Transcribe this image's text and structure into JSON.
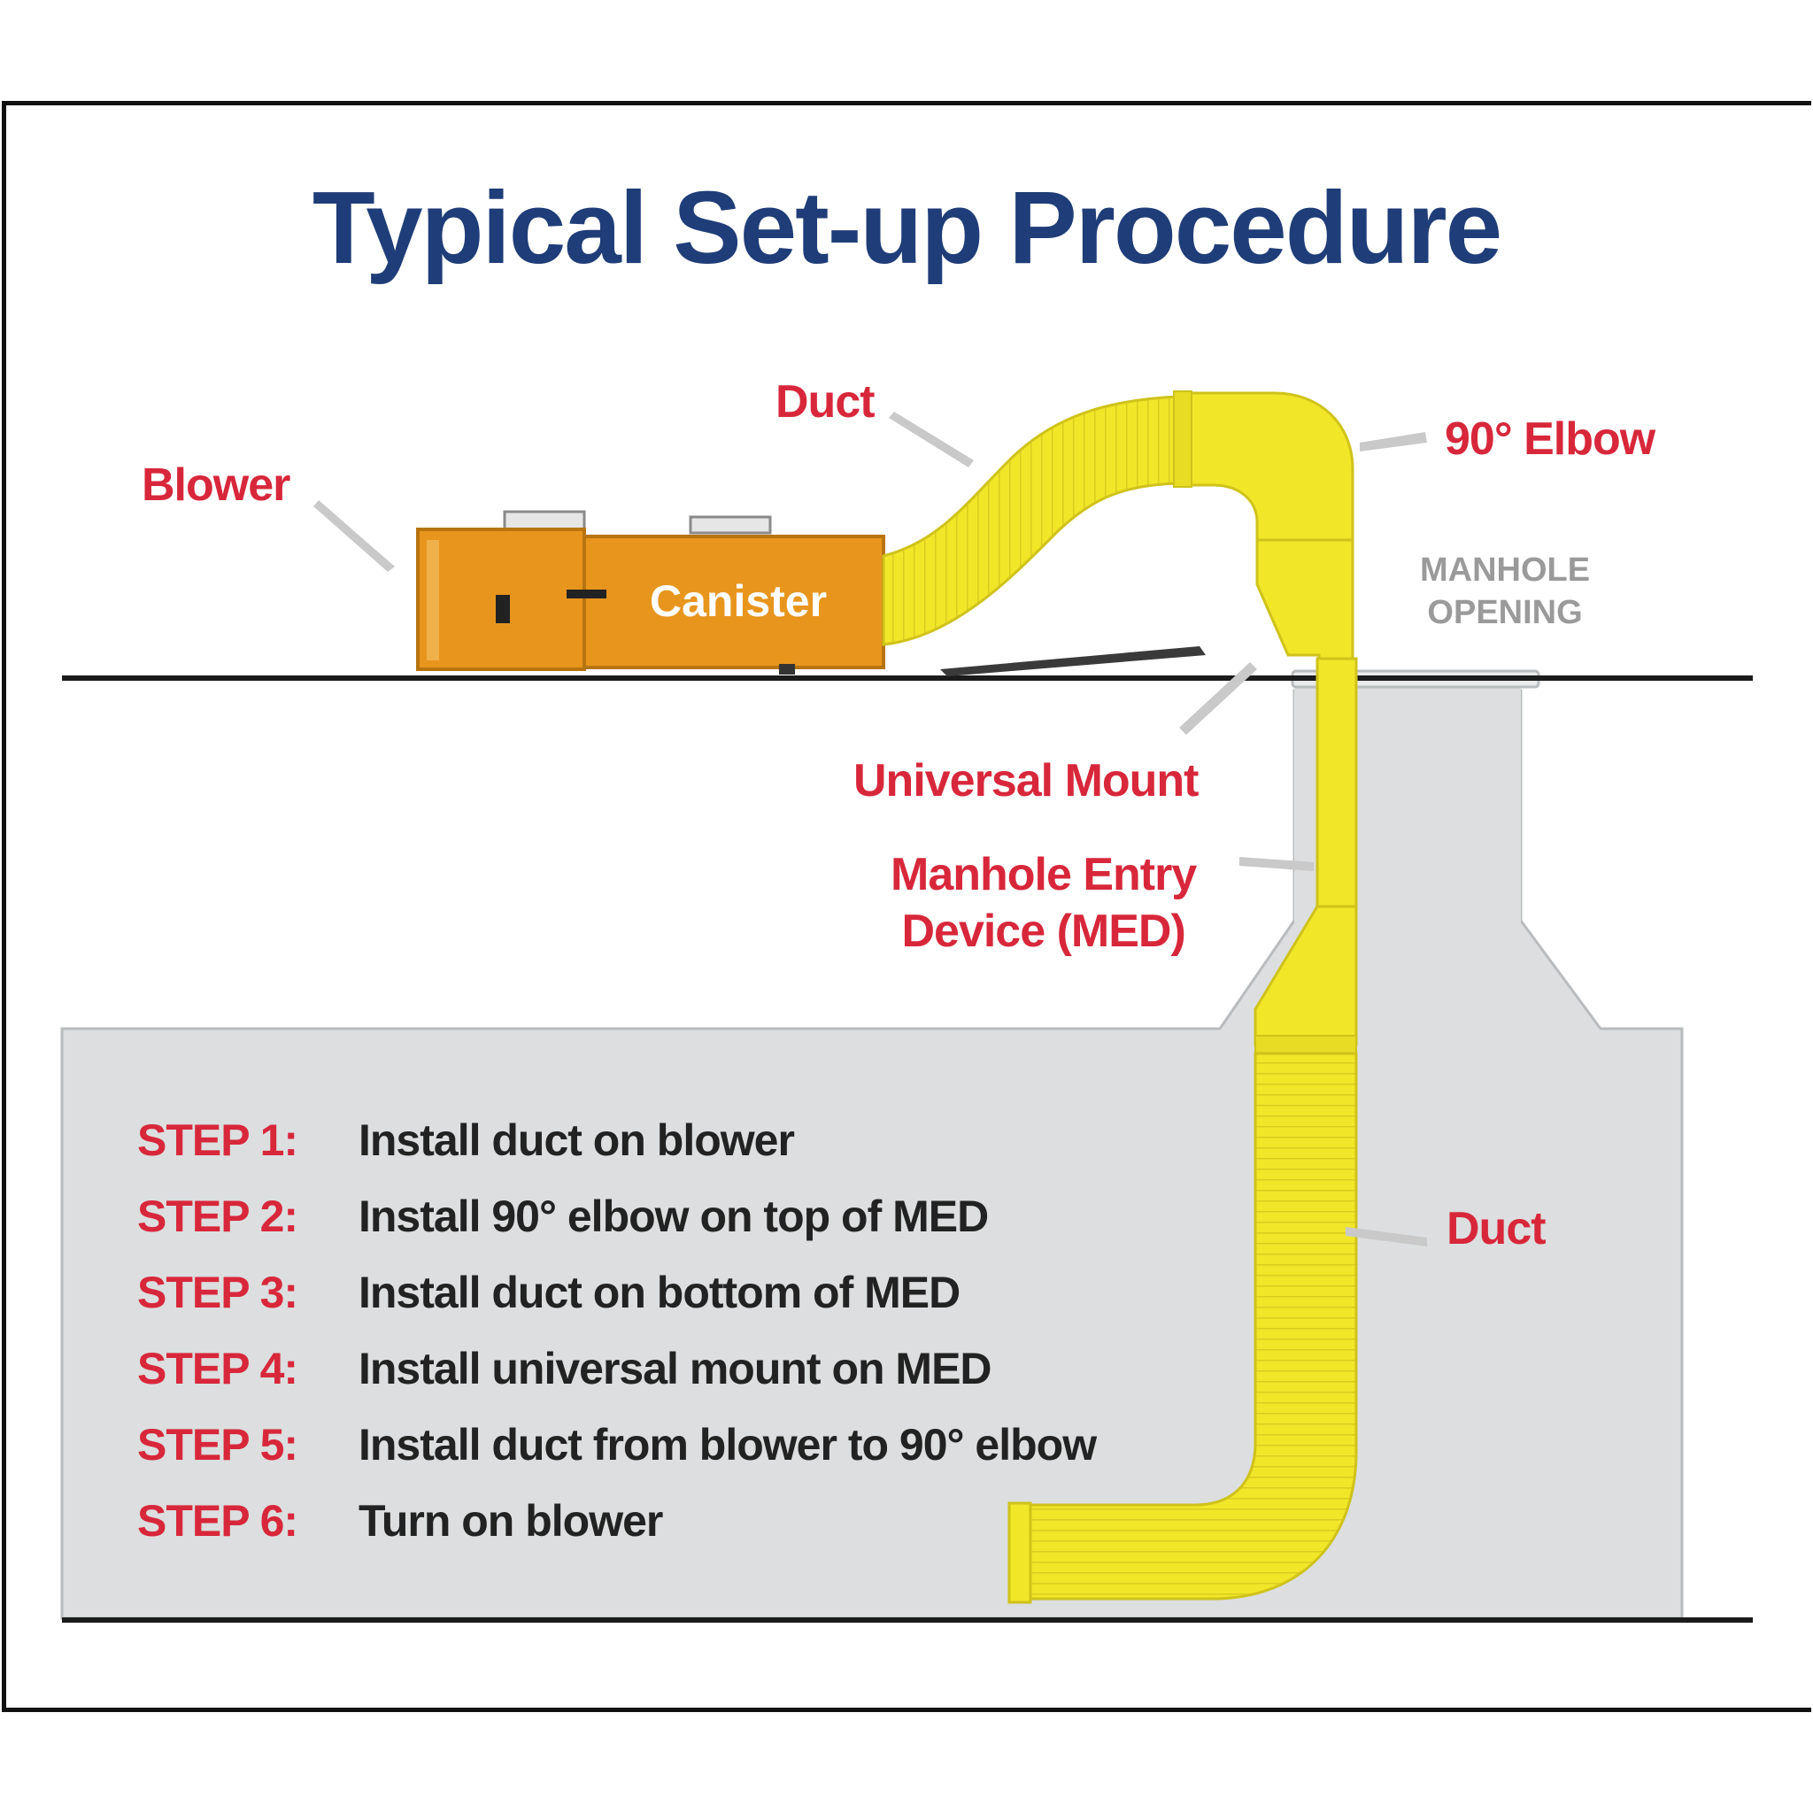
{
  "title": "Typical Set-up Procedure",
  "labels": {
    "blower": "Blower",
    "duct_top": "Duct",
    "elbow": "90° Elbow",
    "manhole_opening_line1": "MANHOLE",
    "manhole_opening_line2": "OPENING",
    "canister": "Canister",
    "universal_mount": "Universal Mount",
    "med_line1": "Manhole Entry",
    "med_line2": "Device (MED)",
    "duct_bottom": "Duct"
  },
  "steps": [
    {
      "num": "STEP 1:",
      "text": "Install duct on blower"
    },
    {
      "num": "STEP 2:",
      "text": "Install 90° elbow on top of MED"
    },
    {
      "num": "STEP 3:",
      "text": "Install duct on bottom of MED"
    },
    {
      "num": "STEP 4:",
      "text": "Install universal mount on MED"
    },
    {
      "num": "STEP 5:",
      "text": "Install duct from blower to 90° elbow"
    },
    {
      "num": "STEP 6:",
      "text": "Turn on blower"
    }
  ],
  "colors": {
    "title": "#1f3d78",
    "label_red": "#d8273a",
    "duct_yellow": "#f2e629",
    "canister_orange": "#e8951e",
    "ground_gray": "#dcdedf"
  }
}
